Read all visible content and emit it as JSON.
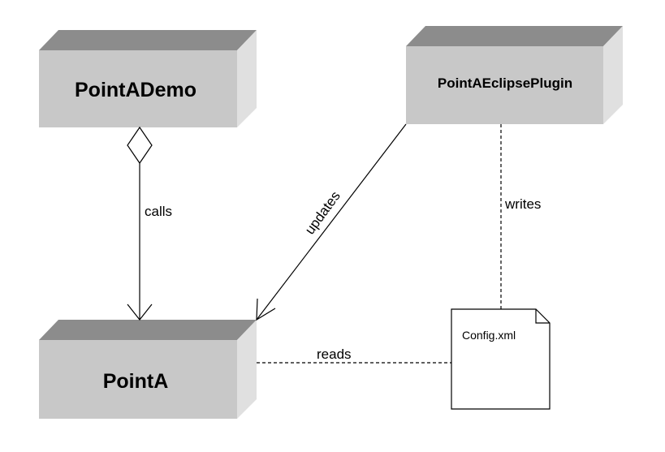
{
  "nodes": {
    "demo": {
      "label": "PointADemo"
    },
    "plugin": {
      "label": "PointAEclipsePlugin"
    },
    "pointa": {
      "label": "PointA"
    }
  },
  "artifact": {
    "label": "Config.xml"
  },
  "edges": {
    "calls": {
      "label": "calls"
    },
    "updates": {
      "label": "updates"
    },
    "writes": {
      "label": "writes"
    },
    "reads": {
      "label": "reads"
    }
  },
  "colors": {
    "node_front": "#c8c8c8",
    "node_top": "#8c8c8c",
    "node_side": "#e0e0e0",
    "line": "#000000",
    "artifact_fill": "#ffffff"
  }
}
